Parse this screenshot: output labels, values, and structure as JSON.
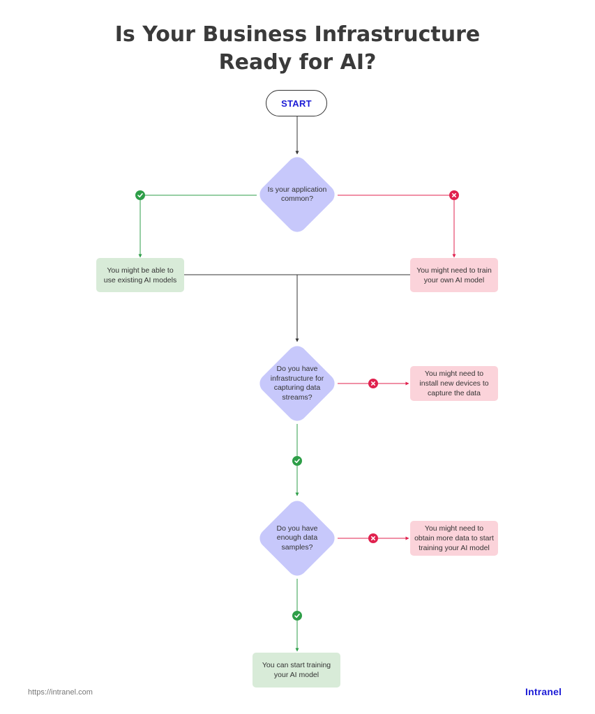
{
  "title": {
    "line1": "Is Your Business Infrastructure",
    "line2": "Ready for AI?"
  },
  "start_label": "START",
  "decisions": {
    "q1": "Is your application common?",
    "q2": "Do you have infrastructure for capturing data streams?",
    "q3": "Do you have enough data samples?"
  },
  "outcomes": {
    "existing_models": "You might be able to use existing AI models",
    "train_own": "You might need to train your own AI model",
    "install_devices": "You might need to install new devices to capture the data",
    "obtain_data": "You might need to obtain more data to start training your AI model",
    "start_training": "You can start training your AI model"
  },
  "colors": {
    "yes": "#2e9e48",
    "no": "#e0214e",
    "decision_fill": "#c7c8fb",
    "yes_box": "#d8ebd8",
    "no_box": "#fbd3da",
    "brand": "#1b1bd6"
  },
  "icons": {
    "yes": "check-icon",
    "no": "x-icon"
  },
  "footer": {
    "url": "https://intranel.com",
    "logo": "Intranel"
  }
}
